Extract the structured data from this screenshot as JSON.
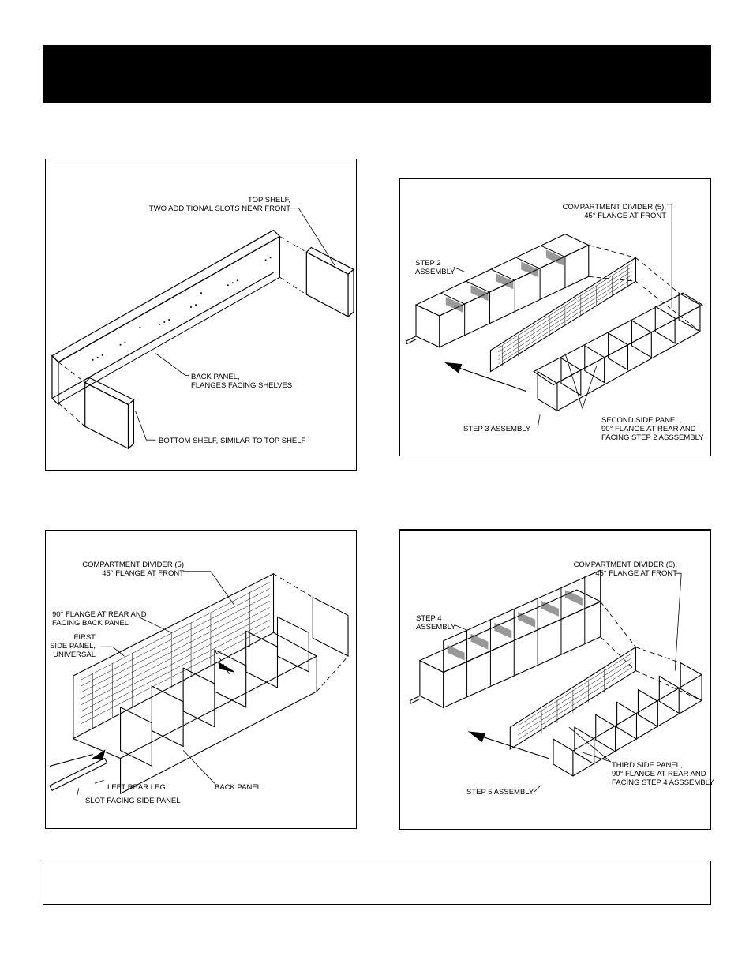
{
  "step1": {
    "top_shelf": "TOP SHELF,\nTWO ADDITIONAL SLOTS NEAR FRONT",
    "back_panel": "BACK PANEL,\nFLANGES FACING SHELVES",
    "bottom_shelf": "BOTTOM SHELF, SIMILAR TO TOP SHELF"
  },
  "step2": {
    "divider": "COMPARTMENT DIVIDER (5)\n45° FLANGE AT FRONT",
    "rear_flange": "90° FLANGE AT REAR AND\nFACING BACK PANEL",
    "first_side": "FIRST\nSIDE PANEL,\nUNIVERSAL",
    "left_rear_leg": "LEFT REAR LEG",
    "back_panel": "BACK PANEL",
    "slot_facing": "SLOT FACING SIDE PANEL"
  },
  "step3": {
    "divider": "COMPARTMENT DIVIDER (5),\n45° FLANGE AT FRONT",
    "step2_assembly": "STEP 2\nASSEMBLY",
    "second_side": "SECOND SIDE PANEL,\n90° FLANGE AT REAR AND\nFACING STEP 2 ASSSEMBLY",
    "step3_assembly": "STEP 3 ASSEMBLY"
  },
  "step4": {
    "divider": "COMPARTMENT DIVIDER (5),\n45° FLANGE AT FRONT",
    "step4_assembly": "STEP 4\nASSEMBLY",
    "third_side": "THIRD SIDE PANEL,\n90° FLANGE AT REAR AND\nFACING STEP 4 ASSSEMBLY",
    "step5_assembly": "STEP 5 ASSEMBLY"
  }
}
